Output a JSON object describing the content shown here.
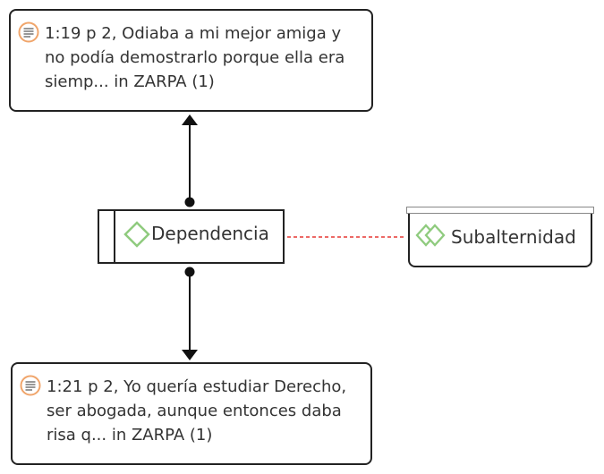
{
  "quotations": {
    "top": {
      "text": "1:19 p 2, Odiaba a mi mejor amiga y no podía   demostrarlo porque ella era siemp... in ZARPA (1)"
    },
    "bottom": {
      "text": "1:21 p 2, Yo quería estudiar Derecho, ser abogada, aunque entonces daba risa q... in ZARPA (1)"
    }
  },
  "code": {
    "label": "Dependencia"
  },
  "code_group": {
    "label": "Subalternidad"
  },
  "colors": {
    "node_border": "#222222",
    "text": "#333333",
    "quote_icon_ring": "#F0A56B",
    "quote_icon_lines": "#777777",
    "code_icon": "#8FCB7E",
    "link_dashed": "#E53935",
    "strip_border": "#888888"
  },
  "icons": {
    "quotation": "quotation-document-icon",
    "code": "code-diamond-icon",
    "code_group": "code-group-double-diamond-icon"
  }
}
